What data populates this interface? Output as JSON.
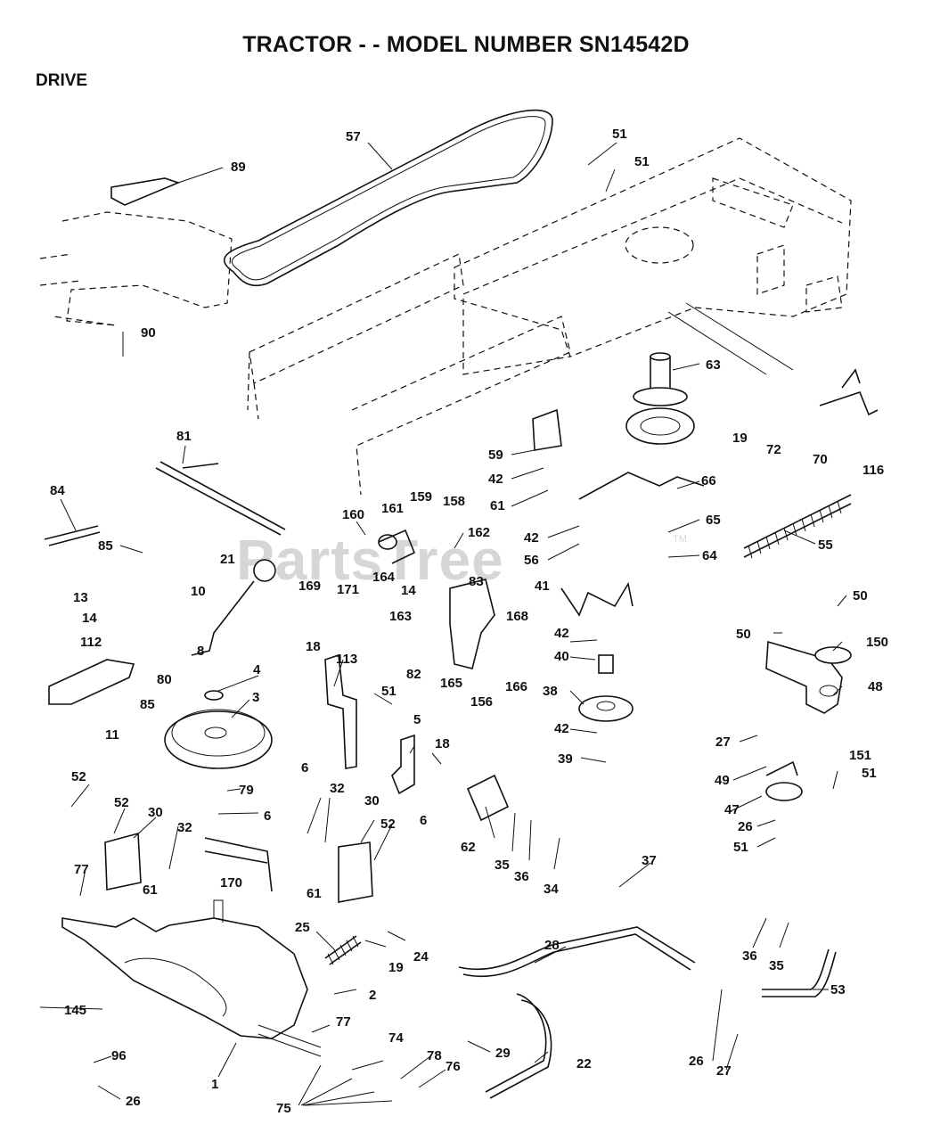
{
  "header": {
    "title": "TRACTOR - - MODEL NUMBER SN14542D",
    "section": "DRIVE"
  },
  "watermark": {
    "text": "PartsTree",
    "tm": "TM"
  },
  "callouts": [
    {
      "id": "c-57",
      "text": "57"
    },
    {
      "id": "c-89",
      "text": "89"
    },
    {
      "id": "c-51a",
      "text": "51"
    },
    {
      "id": "c-51b",
      "text": "51"
    },
    {
      "id": "c-90",
      "text": "90"
    },
    {
      "id": "c-63",
      "text": "63"
    },
    {
      "id": "c-19a",
      "text": "19"
    },
    {
      "id": "c-72",
      "text": "72"
    },
    {
      "id": "c-70",
      "text": "70"
    },
    {
      "id": "c-116",
      "text": "116"
    },
    {
      "id": "c-81",
      "text": "81"
    },
    {
      "id": "c-59",
      "text": "59"
    },
    {
      "id": "c-42a",
      "text": "42"
    },
    {
      "id": "c-61a",
      "text": "61"
    },
    {
      "id": "c-66",
      "text": "66"
    },
    {
      "id": "c-84",
      "text": "84"
    },
    {
      "id": "c-160",
      "text": "160"
    },
    {
      "id": "c-161",
      "text": "161"
    },
    {
      "id": "c-159",
      "text": "159"
    },
    {
      "id": "c-158",
      "text": "158"
    },
    {
      "id": "c-42b",
      "text": "42"
    },
    {
      "id": "c-65",
      "text": "65"
    },
    {
      "id": "c-55",
      "text": "55"
    },
    {
      "id": "c-21",
      "text": "21"
    },
    {
      "id": "c-162",
      "text": "162"
    },
    {
      "id": "c-56",
      "text": "56"
    },
    {
      "id": "c-64",
      "text": "64"
    },
    {
      "id": "c-85a",
      "text": "85"
    },
    {
      "id": "c-169",
      "text": "169"
    },
    {
      "id": "c-171",
      "text": "171"
    },
    {
      "id": "c-164",
      "text": "164"
    },
    {
      "id": "c-14a",
      "text": "14"
    },
    {
      "id": "c-10",
      "text": "10"
    },
    {
      "id": "c-83",
      "text": "83"
    },
    {
      "id": "c-41",
      "text": "41"
    },
    {
      "id": "c-163",
      "text": "163"
    },
    {
      "id": "c-50a",
      "text": "50"
    },
    {
      "id": "c-13",
      "text": "13"
    },
    {
      "id": "c-168",
      "text": "168"
    },
    {
      "id": "c-14b",
      "text": "14"
    },
    {
      "id": "c-50b",
      "text": "50"
    },
    {
      "id": "c-150",
      "text": "150"
    },
    {
      "id": "c-112",
      "text": "112"
    },
    {
      "id": "c-42c",
      "text": "42"
    },
    {
      "id": "c-18a",
      "text": "18"
    },
    {
      "id": "c-113",
      "text": "113"
    },
    {
      "id": "c-8",
      "text": "8"
    },
    {
      "id": "c-82",
      "text": "82"
    },
    {
      "id": "c-165",
      "text": "165"
    },
    {
      "id": "c-156",
      "text": "156"
    },
    {
      "id": "c-166",
      "text": "166"
    },
    {
      "id": "c-40",
      "text": "40"
    },
    {
      "id": "c-4",
      "text": "4"
    },
    {
      "id": "c-80",
      "text": "80"
    },
    {
      "id": "c-51c",
      "text": "51"
    },
    {
      "id": "c-38",
      "text": "38"
    },
    {
      "id": "c-48",
      "text": "48"
    },
    {
      "id": "c-3",
      "text": "3"
    },
    {
      "id": "c-85b",
      "text": "85"
    },
    {
      "id": "c-5",
      "text": "5"
    },
    {
      "id": "c-11",
      "text": "11"
    },
    {
      "id": "c-42d",
      "text": "42"
    },
    {
      "id": "c-27a",
      "text": "27"
    },
    {
      "id": "c-18b",
      "text": "18"
    },
    {
      "id": "c-6a",
      "text": "6"
    },
    {
      "id": "c-39",
      "text": "39"
    },
    {
      "id": "c-151",
      "text": "151"
    },
    {
      "id": "c-52a",
      "text": "52"
    },
    {
      "id": "c-79",
      "text": "79"
    },
    {
      "id": "c-51d",
      "text": "51"
    },
    {
      "id": "c-49",
      "text": "49"
    },
    {
      "id": "c-32a",
      "text": "32"
    },
    {
      "id": "c-52b",
      "text": "52"
    },
    {
      "id": "c-30a",
      "text": "30"
    },
    {
      "id": "c-6b",
      "text": "6"
    },
    {
      "id": "c-30b",
      "text": "30"
    },
    {
      "id": "c-47",
      "text": "47"
    },
    {
      "id": "c-6c",
      "text": "6"
    },
    {
      "id": "c-32b",
      "text": "32"
    },
    {
      "id": "c-52c",
      "text": "52"
    },
    {
      "id": "c-26a",
      "text": "26"
    },
    {
      "id": "c-62",
      "text": "62"
    },
    {
      "id": "c-51e",
      "text": "51"
    },
    {
      "id": "c-77a",
      "text": "77"
    },
    {
      "id": "c-35a",
      "text": "35"
    },
    {
      "id": "c-37",
      "text": "37"
    },
    {
      "id": "c-170",
      "text": "170"
    },
    {
      "id": "c-61b",
      "text": "61"
    },
    {
      "id": "c-36a",
      "text": "36"
    },
    {
      "id": "c-61c",
      "text": "61"
    },
    {
      "id": "c-34",
      "text": "34"
    },
    {
      "id": "c-25",
      "text": "25"
    },
    {
      "id": "c-24",
      "text": "24"
    },
    {
      "id": "c-28",
      "text": "28"
    },
    {
      "id": "c-19b",
      "text": "19"
    },
    {
      "id": "c-36b",
      "text": "36"
    },
    {
      "id": "c-35b",
      "text": "35"
    },
    {
      "id": "c-53",
      "text": "53"
    },
    {
      "id": "c-2",
      "text": "2"
    },
    {
      "id": "c-145",
      "text": "145"
    },
    {
      "id": "c-77b",
      "text": "77"
    },
    {
      "id": "c-74",
      "text": "74"
    },
    {
      "id": "c-29",
      "text": "29"
    },
    {
      "id": "c-96",
      "text": "96"
    },
    {
      "id": "c-78",
      "text": "78"
    },
    {
      "id": "c-76",
      "text": "76"
    },
    {
      "id": "c-22",
      "text": "22"
    },
    {
      "id": "c-26b",
      "text": "26"
    },
    {
      "id": "c-1",
      "text": "1"
    },
    {
      "id": "c-27b",
      "text": "27"
    },
    {
      "id": "c-26c",
      "text": "26"
    },
    {
      "id": "c-75",
      "text": "75"
    }
  ]
}
